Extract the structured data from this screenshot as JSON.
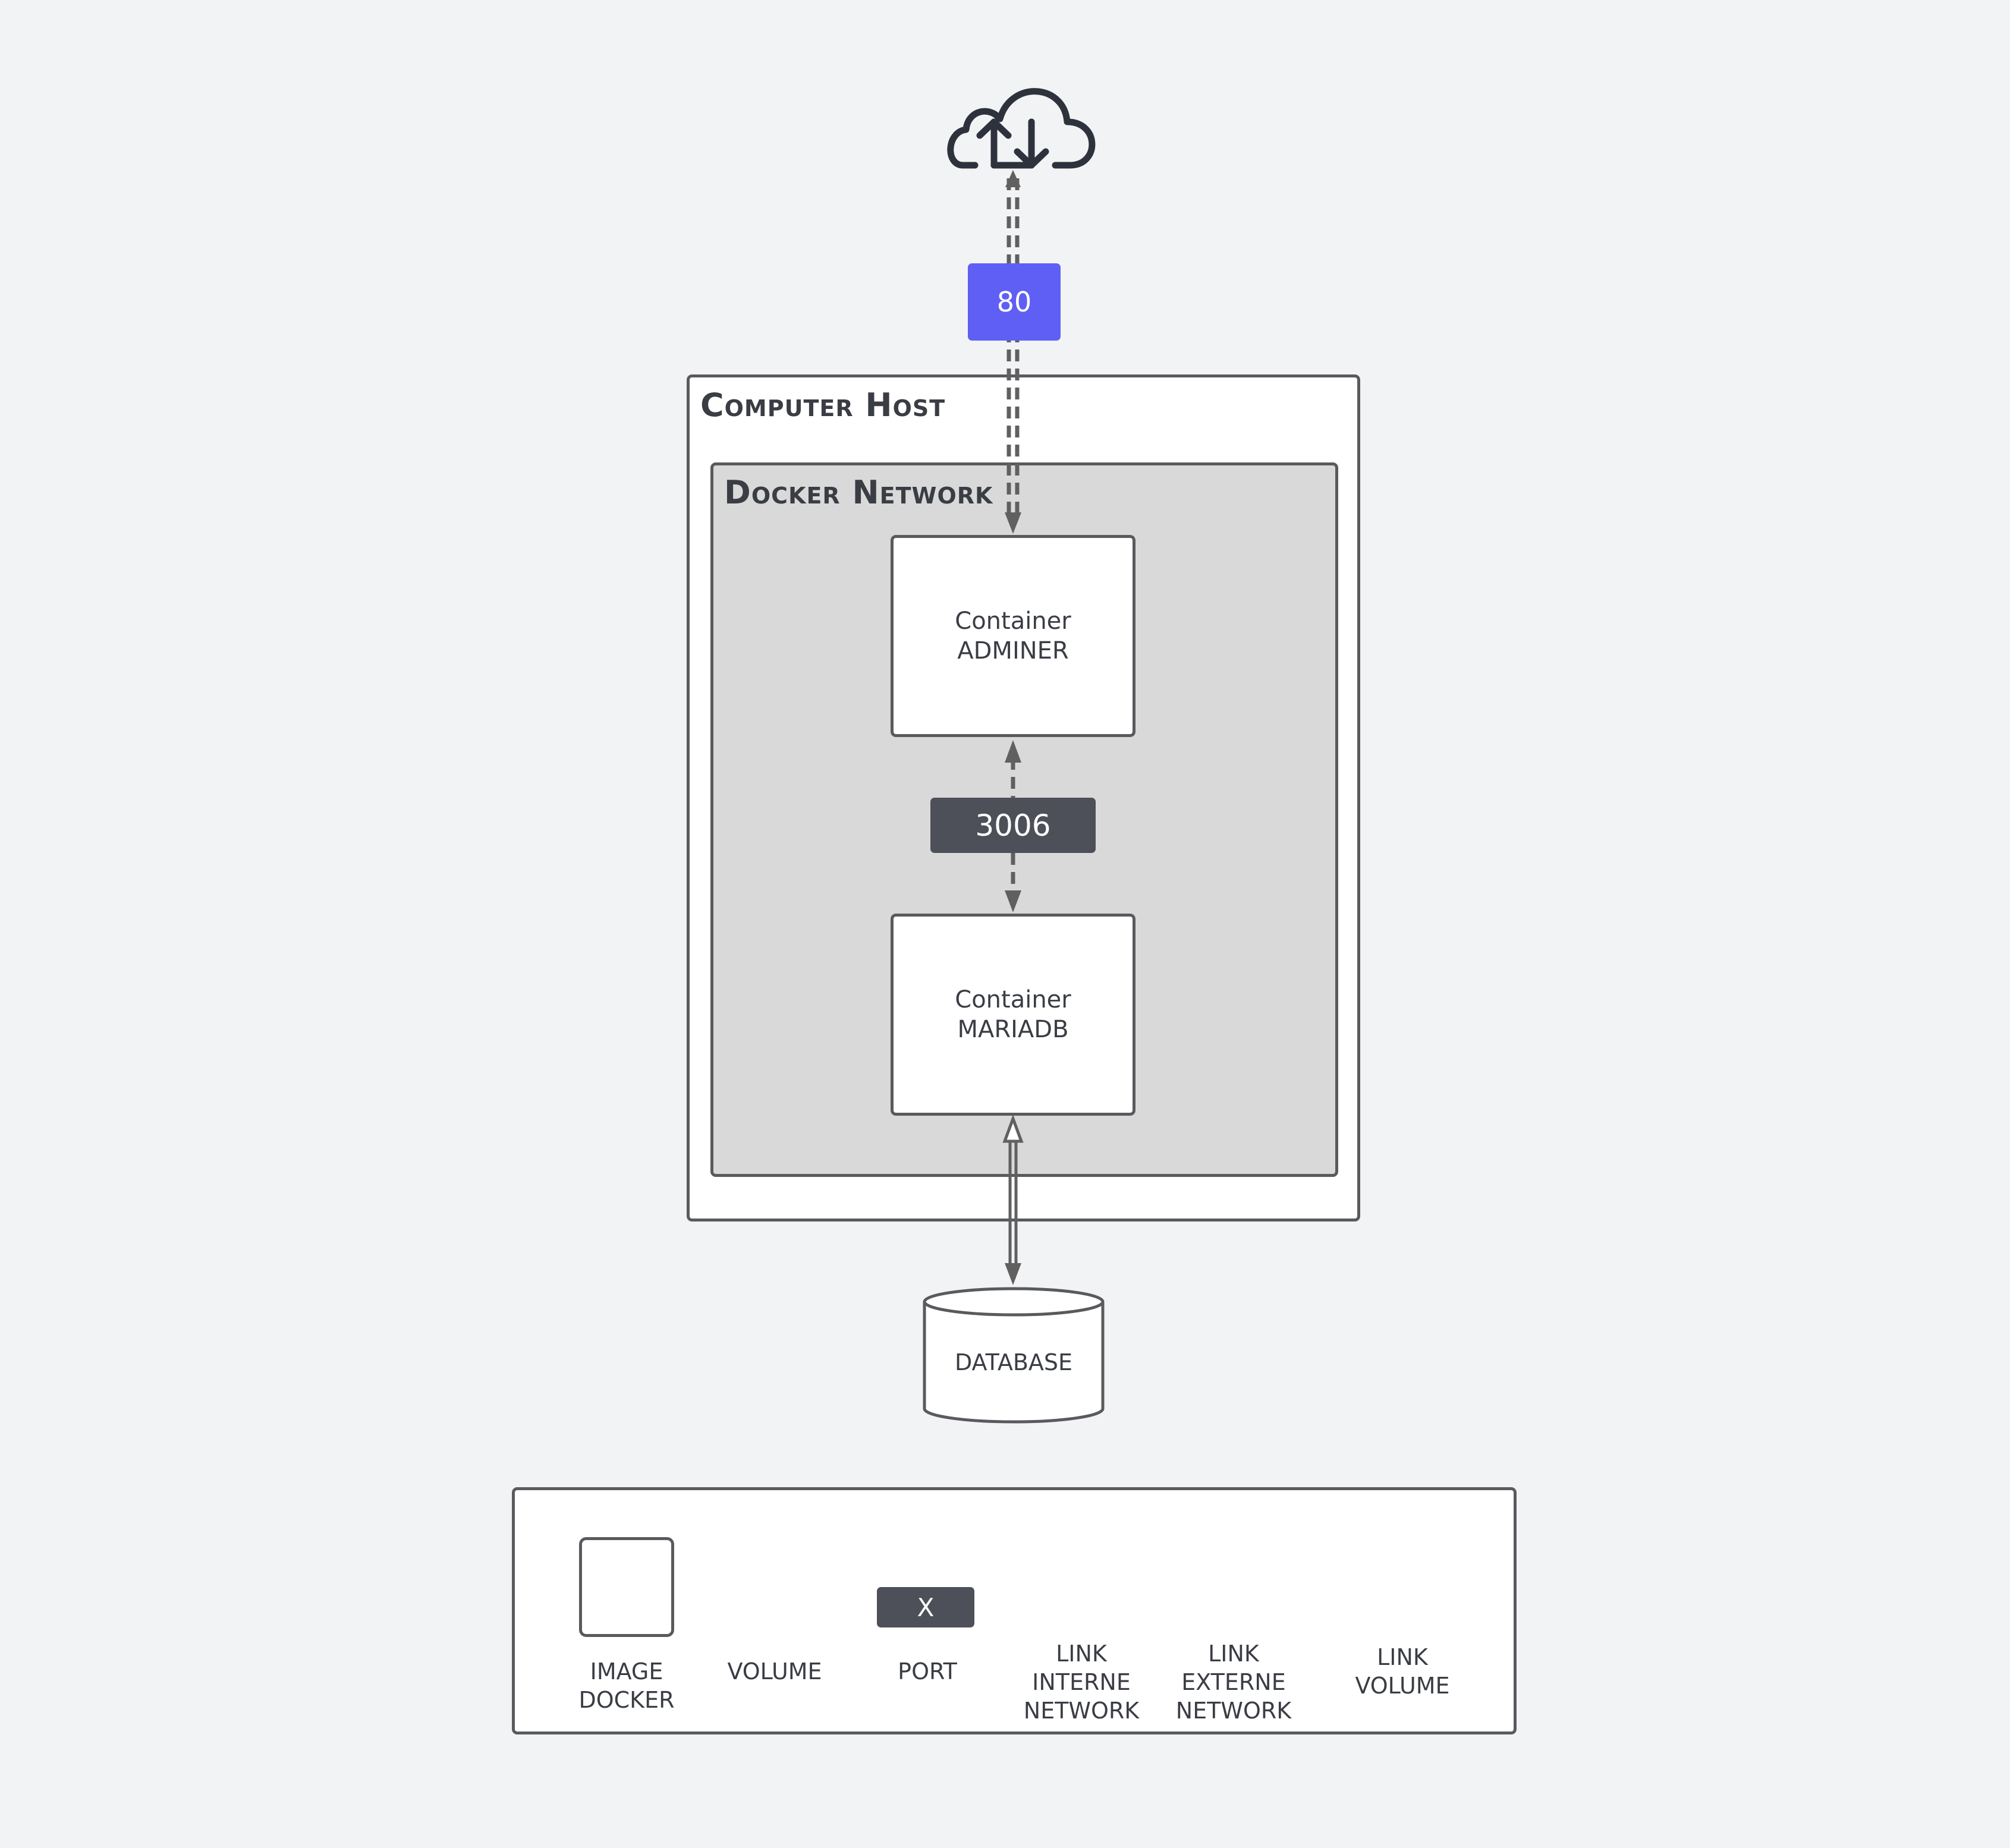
{
  "colors": {
    "background": "#f2f3f5",
    "stroke": "#5a5a5e",
    "network_fill": "#d9d9d9",
    "port_external": "#5f5ff5",
    "port_internal": "#4d5058",
    "text": "#3a3d44"
  },
  "icons": {
    "cloud": "cloud-upload-download-icon",
    "database": "database-cylinder-icon"
  },
  "host": {
    "title": "Computer Host"
  },
  "network": {
    "title": "Docker Network"
  },
  "containers": [
    {
      "line1": "Container",
      "line2": "ADMINER"
    },
    {
      "line1": "Container",
      "line2": "MARIADB"
    }
  ],
  "ports": {
    "external": "80",
    "internal": "3006"
  },
  "database": {
    "label": "DATABASE"
  },
  "legend": {
    "image": {
      "line1": "IMAGE",
      "line2": "DOCKER"
    },
    "volume": {
      "line1": "VOLUME"
    },
    "port": {
      "symbol": "X",
      "line1": "PORT"
    },
    "link_internal": {
      "line1": "LINK",
      "line2": "INTERNE",
      "line3": "NETWORK"
    },
    "link_external": {
      "line1": "LINK",
      "line2": "EXTERNE",
      "line3": "NETWORK"
    },
    "link_volume": {
      "line1": "LINK",
      "line2": "VOLUME"
    }
  }
}
